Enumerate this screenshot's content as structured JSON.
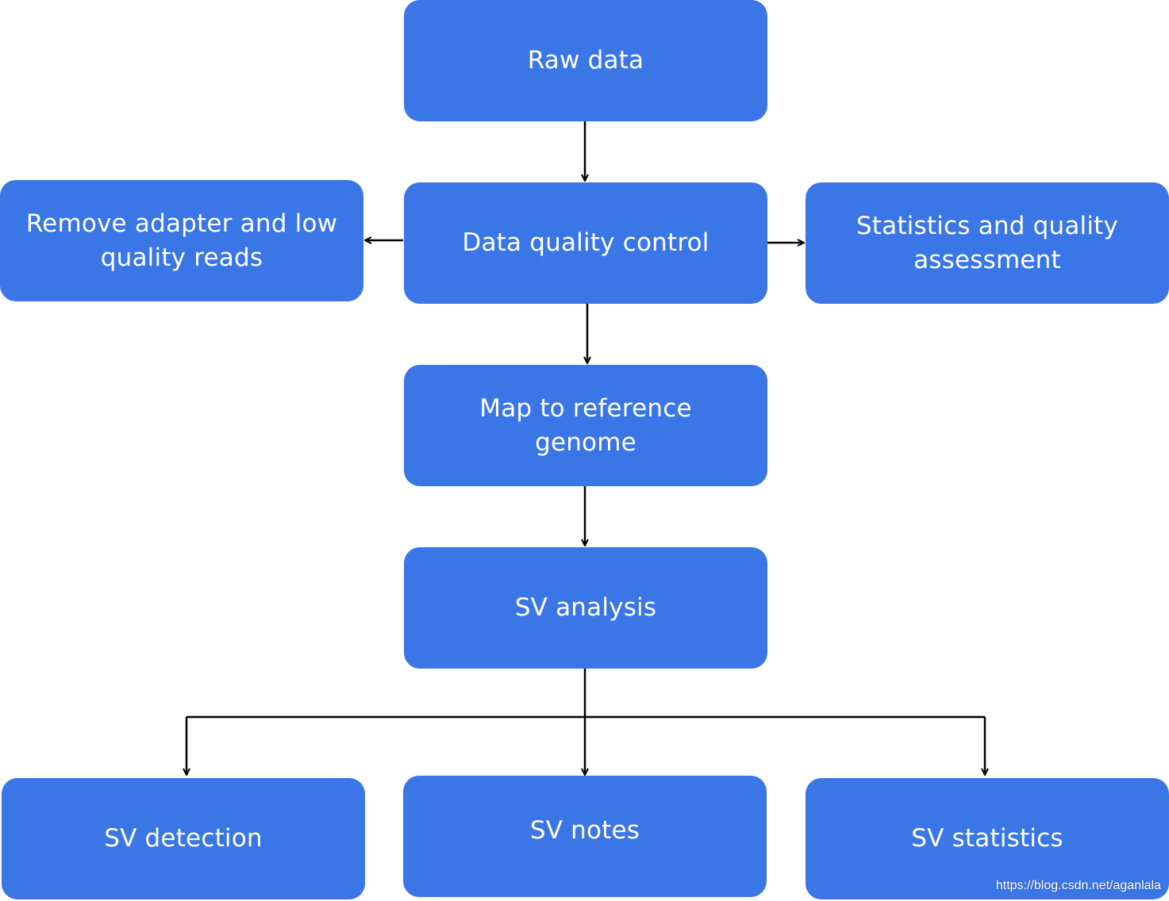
{
  "nodes": {
    "raw_data": "Raw data",
    "data_quality_control": "Data quality control",
    "remove_adapter": "Remove adapter and low\nquality reads",
    "statistics_quality": "Statistics and quality\nassessment",
    "map_reference": "Map to reference\ngenome",
    "sv_analysis": "SV analysis",
    "sv_detection": "SV detection",
    "sv_notes": "SV notes",
    "sv_statistics": "SV statistics"
  },
  "edges": [
    {
      "from": "raw_data",
      "to": "data_quality_control"
    },
    {
      "from": "data_quality_control",
      "to": "remove_adapter"
    },
    {
      "from": "data_quality_control",
      "to": "statistics_quality"
    },
    {
      "from": "data_quality_control",
      "to": "map_reference"
    },
    {
      "from": "map_reference",
      "to": "sv_analysis"
    },
    {
      "from": "sv_analysis",
      "to": "sv_detection"
    },
    {
      "from": "sv_analysis",
      "to": "sv_notes"
    },
    {
      "from": "sv_analysis",
      "to": "sv_statistics"
    }
  ],
  "colors": {
    "node_fill": "#3a76e5",
    "node_text": "#ffffff",
    "connector": "#000000"
  },
  "watermark": "https://blog.csdn.net/aganlala"
}
